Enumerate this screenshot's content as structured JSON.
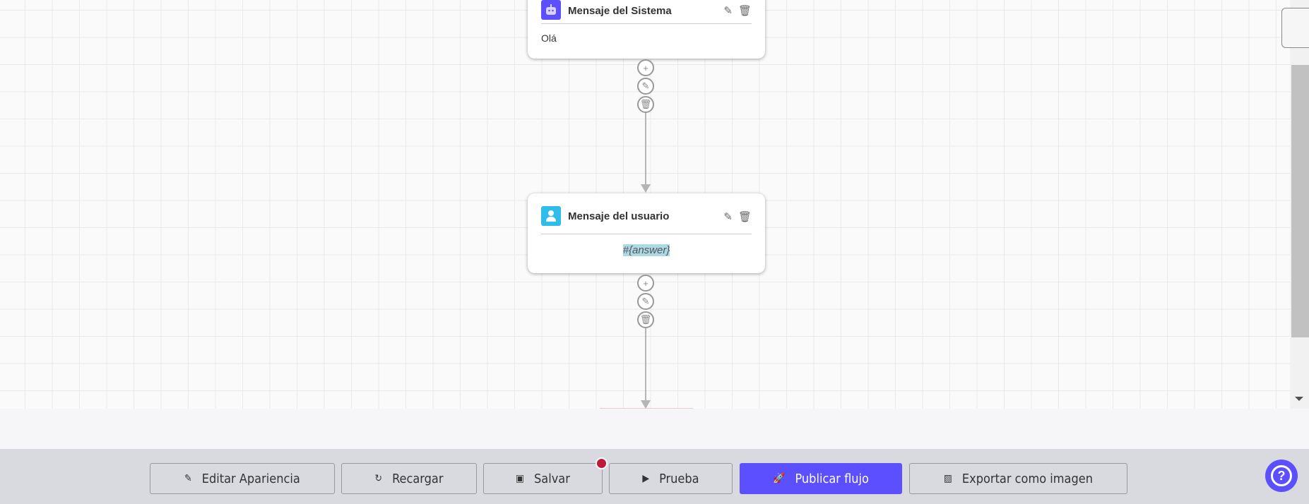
{
  "nodes": [
    {
      "title": "Mensaje del Sistema",
      "body": "Olá",
      "icon": "robot-icon",
      "icon_color": "#5b4ffe"
    },
    {
      "title": "Mensaje del usuario",
      "body": "#{answer}",
      "icon": "user-icon",
      "icon_color": "#2fbdea"
    }
  ],
  "toolbar": {
    "edit_appearance": "Editar Apariencia",
    "reload": "Recargar",
    "save": "Salvar",
    "test": "Prueba",
    "publish": "Publicar flujo",
    "export": "Exportar como imagen"
  },
  "colors": {
    "accent": "#5b4ffe",
    "unsaved_dot": "#c0183a",
    "highlight": "#add8e6"
  }
}
